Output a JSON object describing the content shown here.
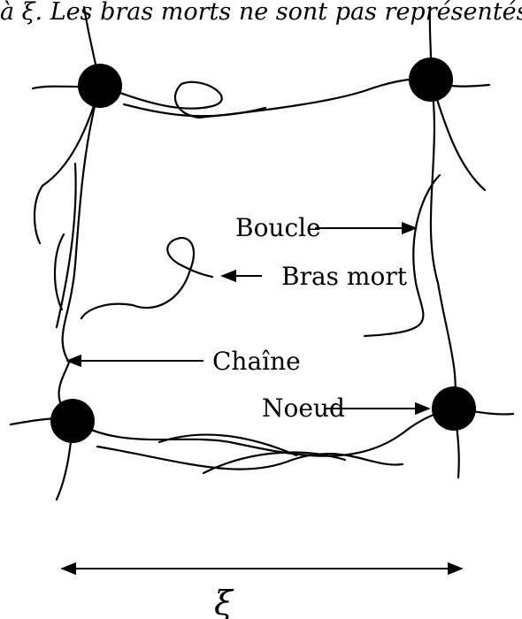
{
  "caption": "à ξ. Les bras morts ne sont pas représentés",
  "labels": {
    "loop": "Boucle",
    "dangling_end": "Bras mort",
    "chain": "Chaîne",
    "crosslink": "Noeud",
    "mesh_size": "ξ"
  },
  "colors": {
    "ink": "#000000",
    "background": "#ffffff"
  }
}
